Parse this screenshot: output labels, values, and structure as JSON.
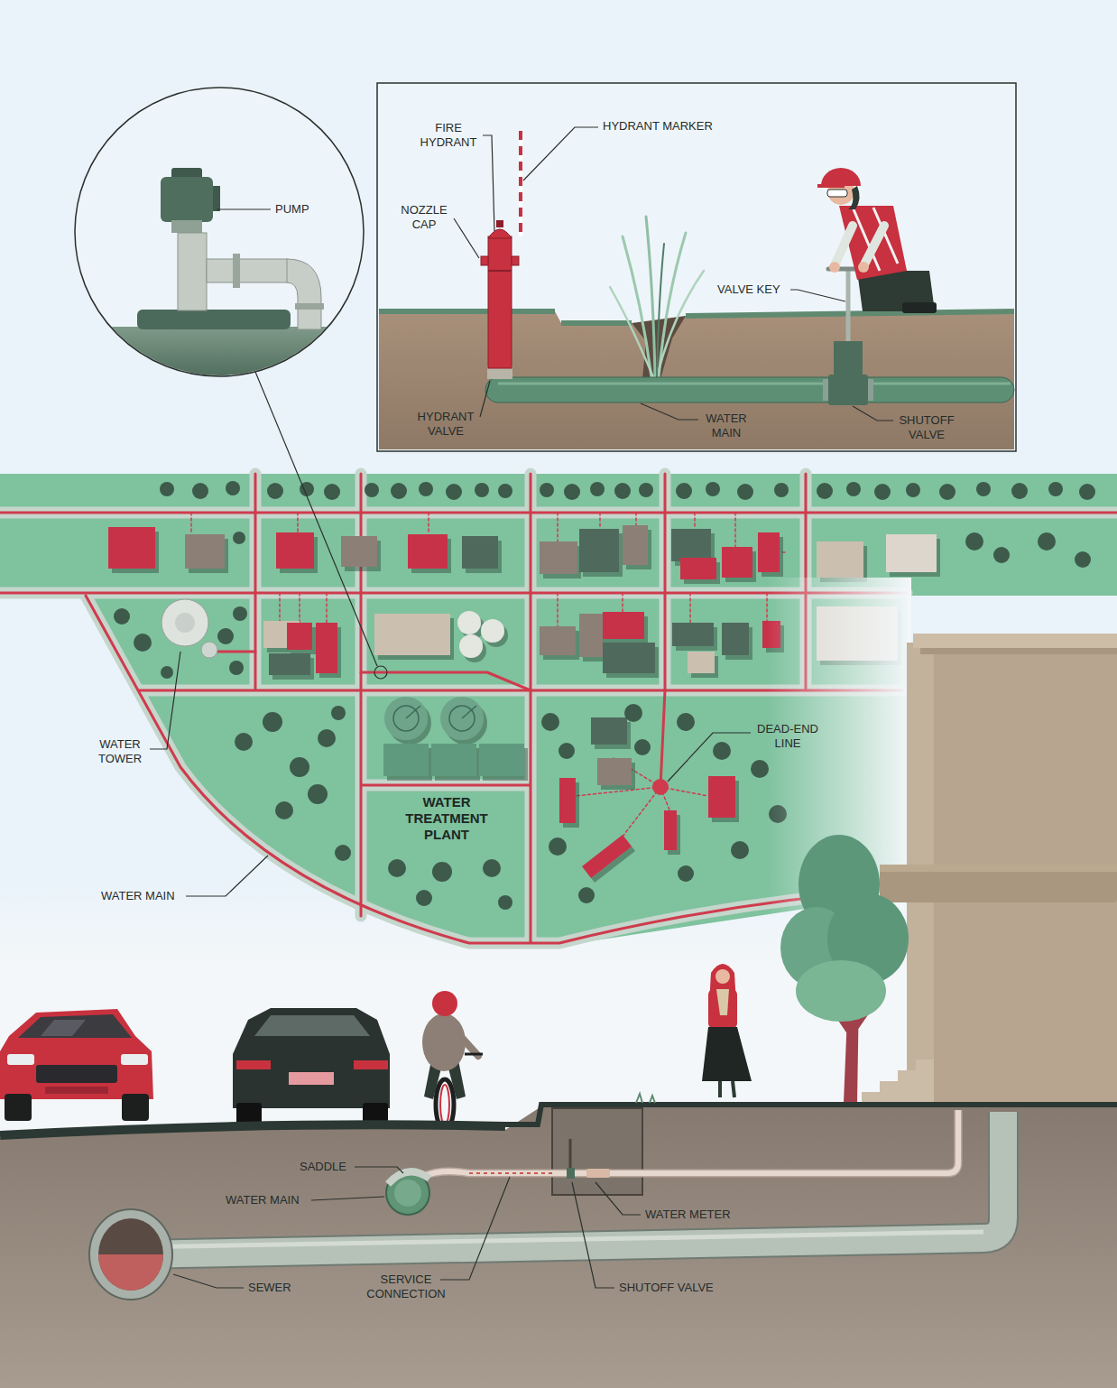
{
  "diagram": {
    "nodes": [
      {
        "text": [
          "PUMP"
        ]
      },
      {
        "text": [
          "FIRE HYDRANT",
          "HYDRANT MARKER",
          "NOZZLE CAP",
          "VALVE KEY",
          "HYDRANT VALVE",
          "WATER MAIN",
          "SHUTOFF VALVE"
        ]
      },
      {
        "text": [
          "WATER TREATMENT PLANT"
        ]
      }
    ],
    "labels": [
      "WATER TOWER",
      "DEAD-END LINE",
      "WATER MAIN",
      "SADDLE",
      "WATER MAIN",
      "WATER METER",
      "SEWER",
      "SERVICE CONNECTION",
      "SHUTOFF VALVE"
    ]
  }
}
